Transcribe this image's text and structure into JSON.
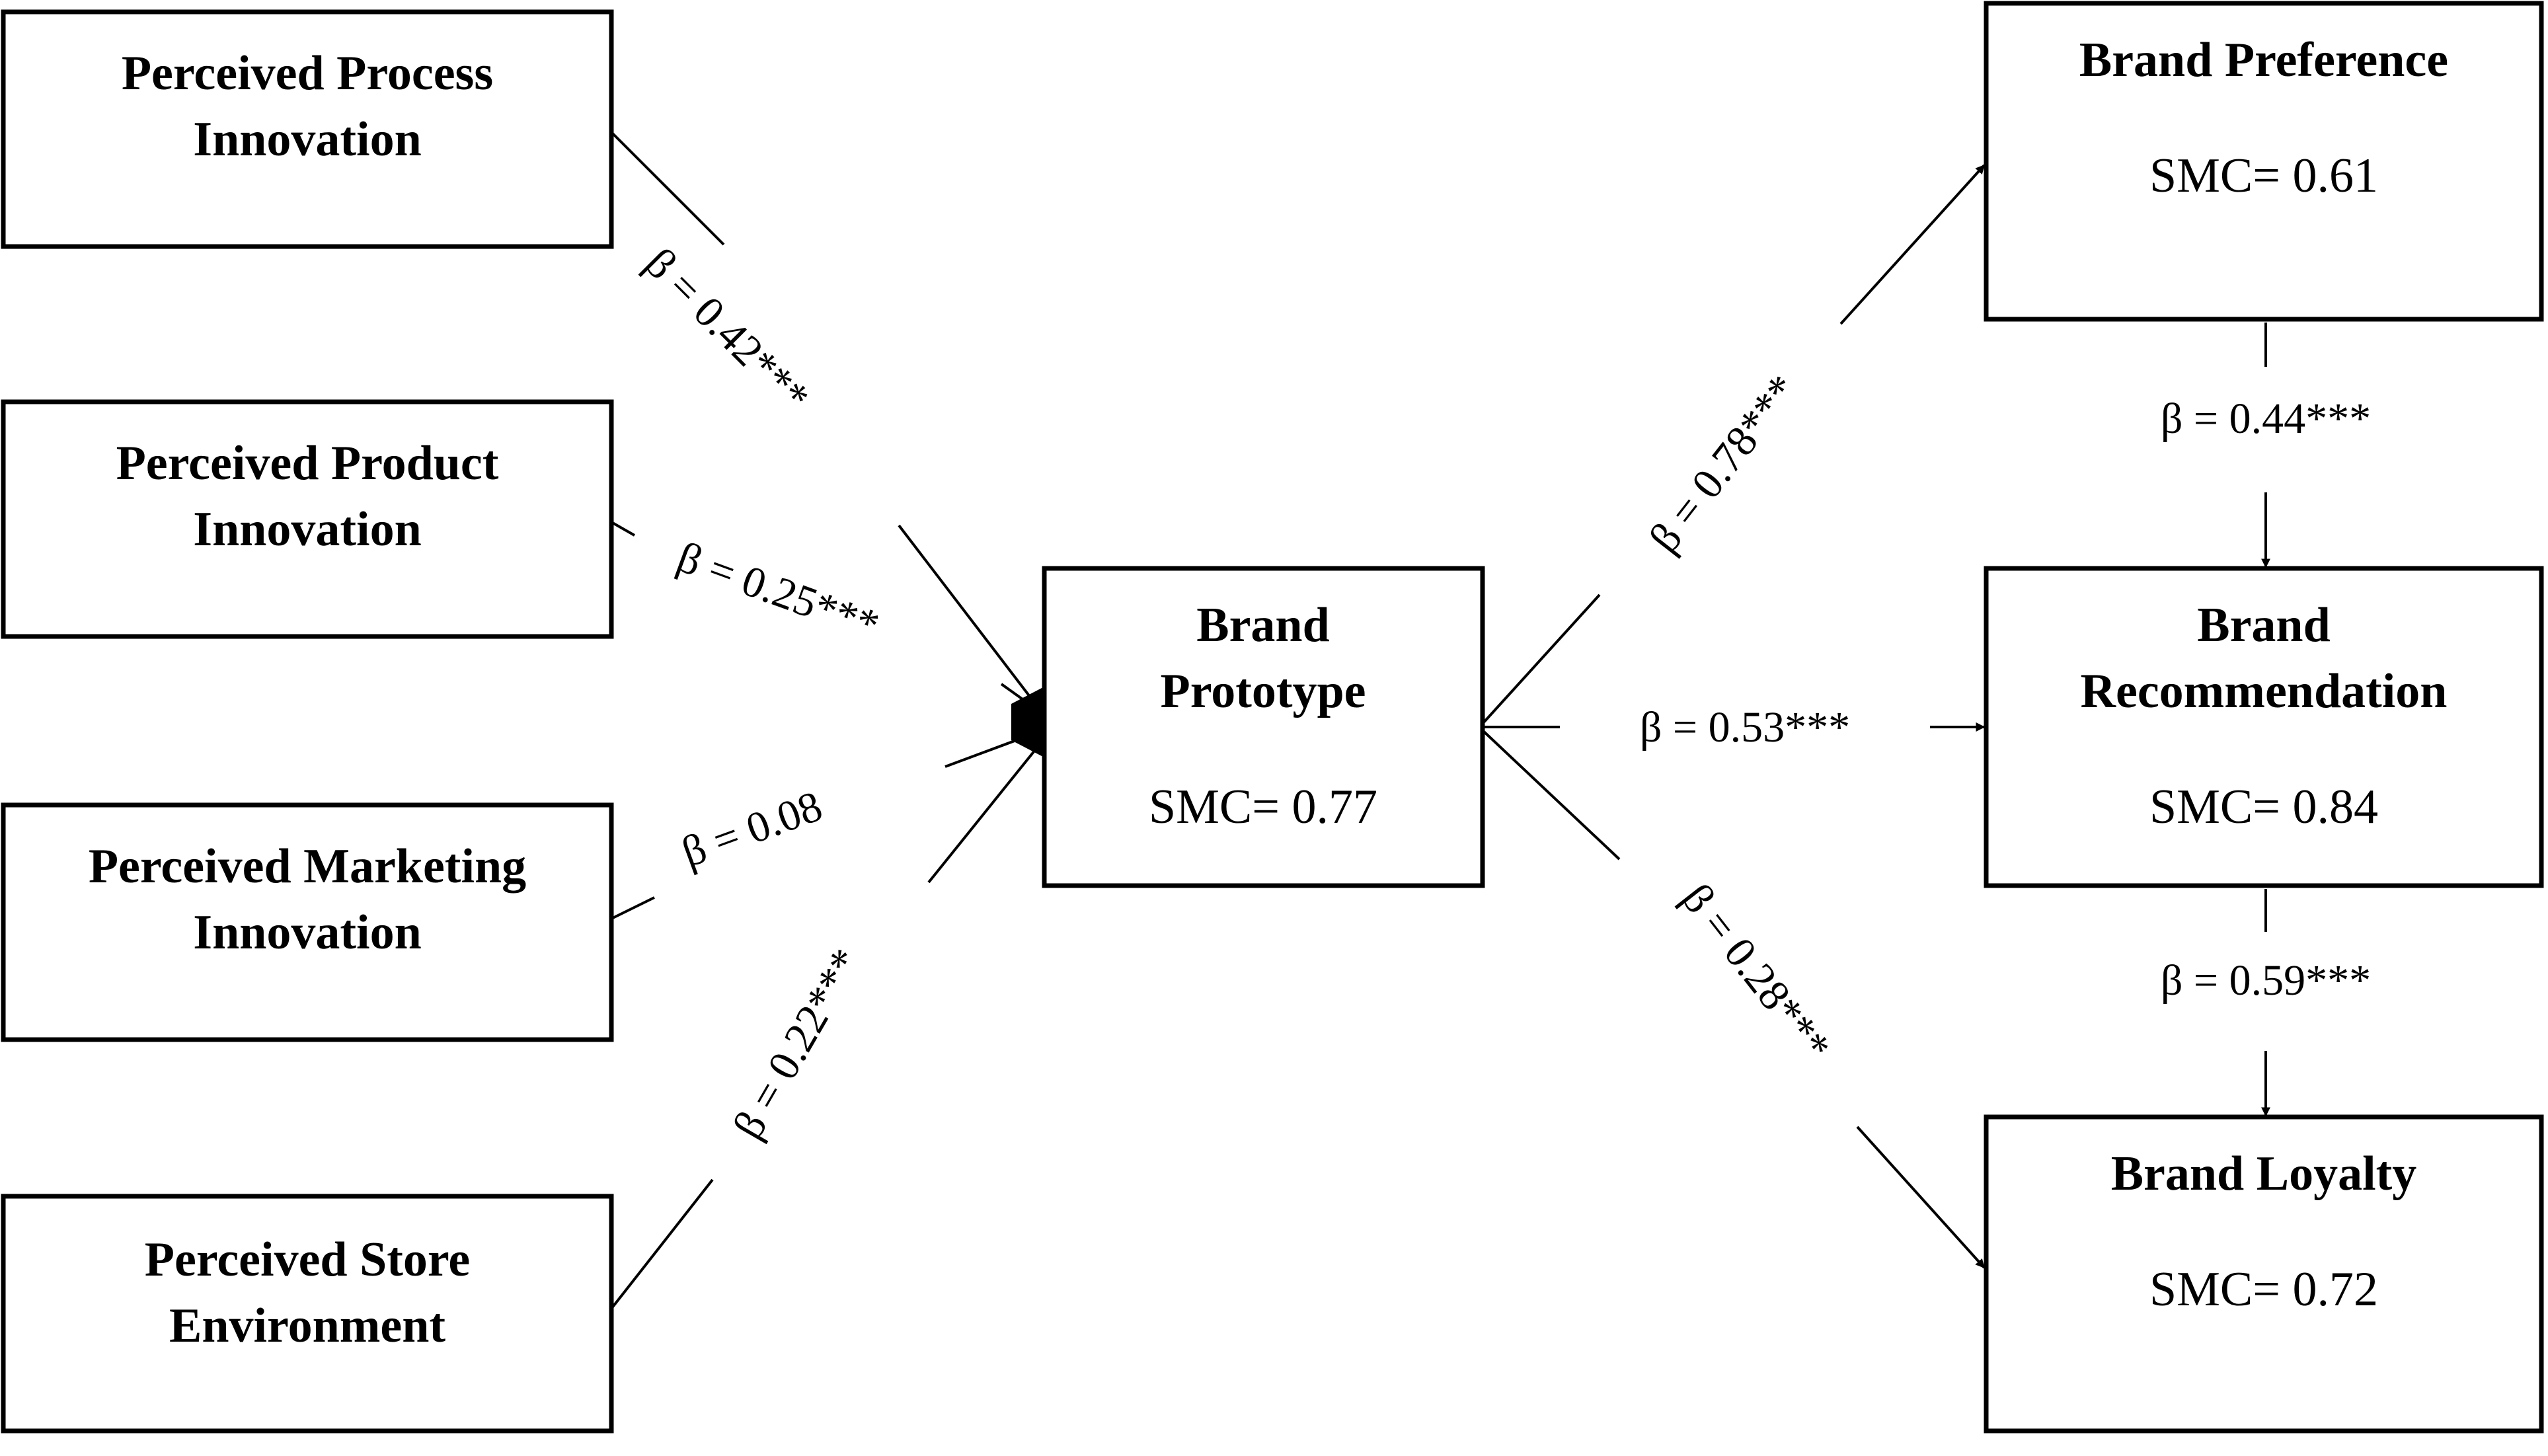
{
  "nodes": {
    "process": {
      "line1": "Perceived Process",
      "line2": "Innovation"
    },
    "product": {
      "line1": "Perceived Product",
      "line2": "Innovation"
    },
    "marketing": {
      "line1": "Perceived Marketing",
      "line2": "Innovation"
    },
    "store": {
      "line1": "Perceived Store",
      "line2": "Environment"
    },
    "prototype": {
      "line1": "Brand",
      "line2": "Prototype",
      "smc": "SMC= 0.77"
    },
    "preference": {
      "line1": "Brand Preference",
      "smc": "SMC= 0.61"
    },
    "recommendation": {
      "line1": "Brand",
      "line2": "Recommendation",
      "smc": "SMC= 0.84"
    },
    "loyalty": {
      "line1": "Brand Loyalty",
      "smc": "SMC= 0.72"
    }
  },
  "paths": {
    "process_prototype": "β = 0.42***",
    "product_prototype": "β = 0.25***",
    "marketing_prototype": "β = 0.08",
    "store_prototype": "β = 0.22***",
    "prototype_preference": "β = 0.78***",
    "prototype_recommendation": "β = 0.53***",
    "prototype_loyalty": "β = 0.28***",
    "preference_recommendation": "β = 0.44***",
    "recommendation_loyalty": "β = 0.59***"
  },
  "colors": {
    "stroke": "#000000",
    "background": "#ffffff"
  }
}
